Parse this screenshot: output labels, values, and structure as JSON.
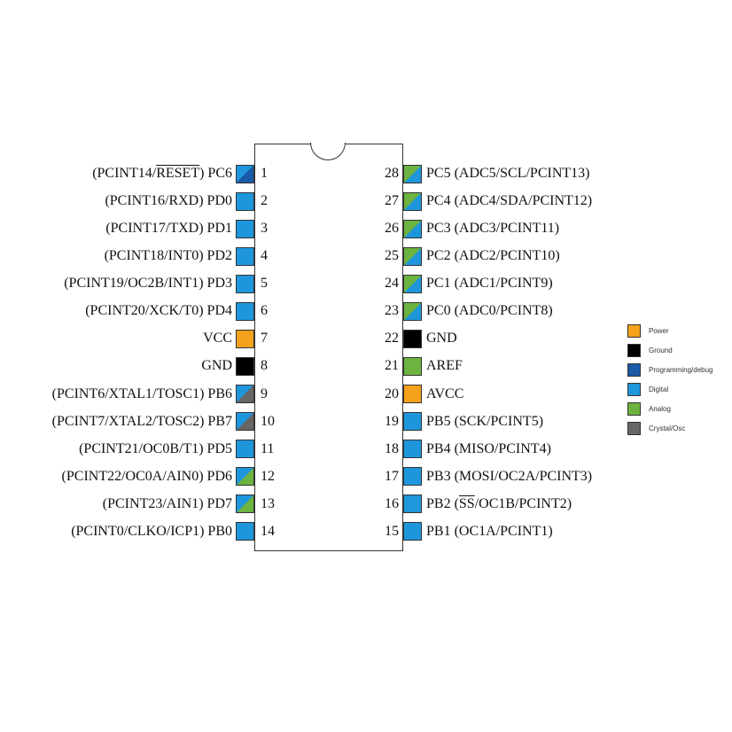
{
  "colors": {
    "power": "#f5a11c",
    "ground": "#000000",
    "programming": "#1b5aa6",
    "digital": "#1e96dc",
    "analog": "#6cb33f",
    "crystal": "#666666"
  },
  "legend": [
    {
      "key": "power",
      "label": "Power"
    },
    {
      "key": "ground",
      "label": "Ground"
    },
    {
      "key": "programming",
      "label": "Programming/debug"
    },
    {
      "key": "digital",
      "label": "Digital"
    },
    {
      "key": "analog",
      "label": "Analog"
    },
    {
      "key": "crystal",
      "label": "Crystal/Osc"
    }
  ],
  "pins": [
    {
      "num": "1",
      "pre": "(PCINT14/",
      "over": "RESET",
      "post": ") PC6",
      "fill": [
        "digital",
        "programming"
      ]
    },
    {
      "num": "2",
      "pre": "(PCINT16/RXD) PD0",
      "over": "",
      "post": "",
      "fill": [
        "digital"
      ]
    },
    {
      "num": "3",
      "pre": "(PCINT17/TXD) PD1",
      "over": "",
      "post": "",
      "fill": [
        "digital"
      ]
    },
    {
      "num": "4",
      "pre": "(PCINT18/INT0) PD2",
      "over": "",
      "post": "",
      "fill": [
        "digital"
      ]
    },
    {
      "num": "5",
      "pre": "(PCINT19/OC2B/INT1) PD3",
      "over": "",
      "post": "",
      "fill": [
        "digital"
      ]
    },
    {
      "num": "6",
      "pre": "(PCINT20/XCK/T0) PD4",
      "over": "",
      "post": "",
      "fill": [
        "digital"
      ]
    },
    {
      "num": "7",
      "pre": "VCC",
      "over": "",
      "post": "",
      "fill": [
        "power"
      ]
    },
    {
      "num": "8",
      "pre": "GND",
      "over": "",
      "post": "",
      "fill": [
        "ground"
      ]
    },
    {
      "num": "9",
      "pre": "(PCINT6/XTAL1/TOSC1) PB6",
      "over": "",
      "post": "",
      "fill": [
        "digital",
        "crystal"
      ]
    },
    {
      "num": "10",
      "pre": "(PCINT7/XTAL2/TOSC2) PB7",
      "over": "",
      "post": "",
      "fill": [
        "digital",
        "crystal"
      ]
    },
    {
      "num": "11",
      "pre": "(PCINT21/OC0B/T1) PD5",
      "over": "",
      "post": "",
      "fill": [
        "digital"
      ]
    },
    {
      "num": "12",
      "pre": "(PCINT22/OC0A/AIN0) PD6",
      "over": "",
      "post": "",
      "fill": [
        "digital",
        "analog"
      ]
    },
    {
      "num": "13",
      "pre": "(PCINT23/AIN1) PD7",
      "over": "",
      "post": "",
      "fill": [
        "digital",
        "analog"
      ]
    },
    {
      "num": "14",
      "pre": "(PCINT0/CLKO/ICP1) PB0",
      "over": "",
      "post": "",
      "fill": [
        "digital"
      ]
    },
    {
      "num": "15",
      "pre": "PB1 (OC1A/PCINT1)",
      "over": "",
      "post": "",
      "fill": [
        "digital"
      ]
    },
    {
      "num": "16",
      "pre": "PB2 (",
      "over": "SS",
      "post": "/OC1B/PCINT2)",
      "fill": [
        "digital"
      ]
    },
    {
      "num": "17",
      "pre": "PB3 (MOSI/OC2A/PCINT3)",
      "over": "",
      "post": "",
      "fill": [
        "digital"
      ]
    },
    {
      "num": "18",
      "pre": "PB4 (MISO/PCINT4)",
      "over": "",
      "post": "",
      "fill": [
        "digital"
      ]
    },
    {
      "num": "19",
      "pre": "PB5 (SCK/PCINT5)",
      "over": "",
      "post": "",
      "fill": [
        "digital"
      ]
    },
    {
      "num": "20",
      "pre": "AVCC",
      "over": "",
      "post": "",
      "fill": [
        "power"
      ]
    },
    {
      "num": "21",
      "pre": "AREF",
      "over": "",
      "post": "",
      "fill": [
        "analog"
      ]
    },
    {
      "num": "22",
      "pre": "GND",
      "over": "",
      "post": "",
      "fill": [
        "ground"
      ]
    },
    {
      "num": "23",
      "pre": "PC0 (ADC0/PCINT8)",
      "over": "",
      "post": "",
      "fill": [
        "analog",
        "digital"
      ]
    },
    {
      "num": "24",
      "pre": "PC1 (ADC1/PCINT9)",
      "over": "",
      "post": "",
      "fill": [
        "analog",
        "digital"
      ]
    },
    {
      "num": "25",
      "pre": "PC2 (ADC2/PCINT10)",
      "over": "",
      "post": "",
      "fill": [
        "analog",
        "digital"
      ]
    },
    {
      "num": "26",
      "pre": "PC3 (ADC3/PCINT11)",
      "over": "",
      "post": "",
      "fill": [
        "analog",
        "digital"
      ]
    },
    {
      "num": "27",
      "pre": "PC4 (ADC4/SDA/PCINT12)",
      "over": "",
      "post": "",
      "fill": [
        "analog",
        "digital"
      ]
    },
    {
      "num": "28",
      "pre": "PC5 (ADC5/SCL/PCINT13)",
      "over": "",
      "post": "",
      "fill": [
        "analog",
        "digital"
      ]
    }
  ]
}
